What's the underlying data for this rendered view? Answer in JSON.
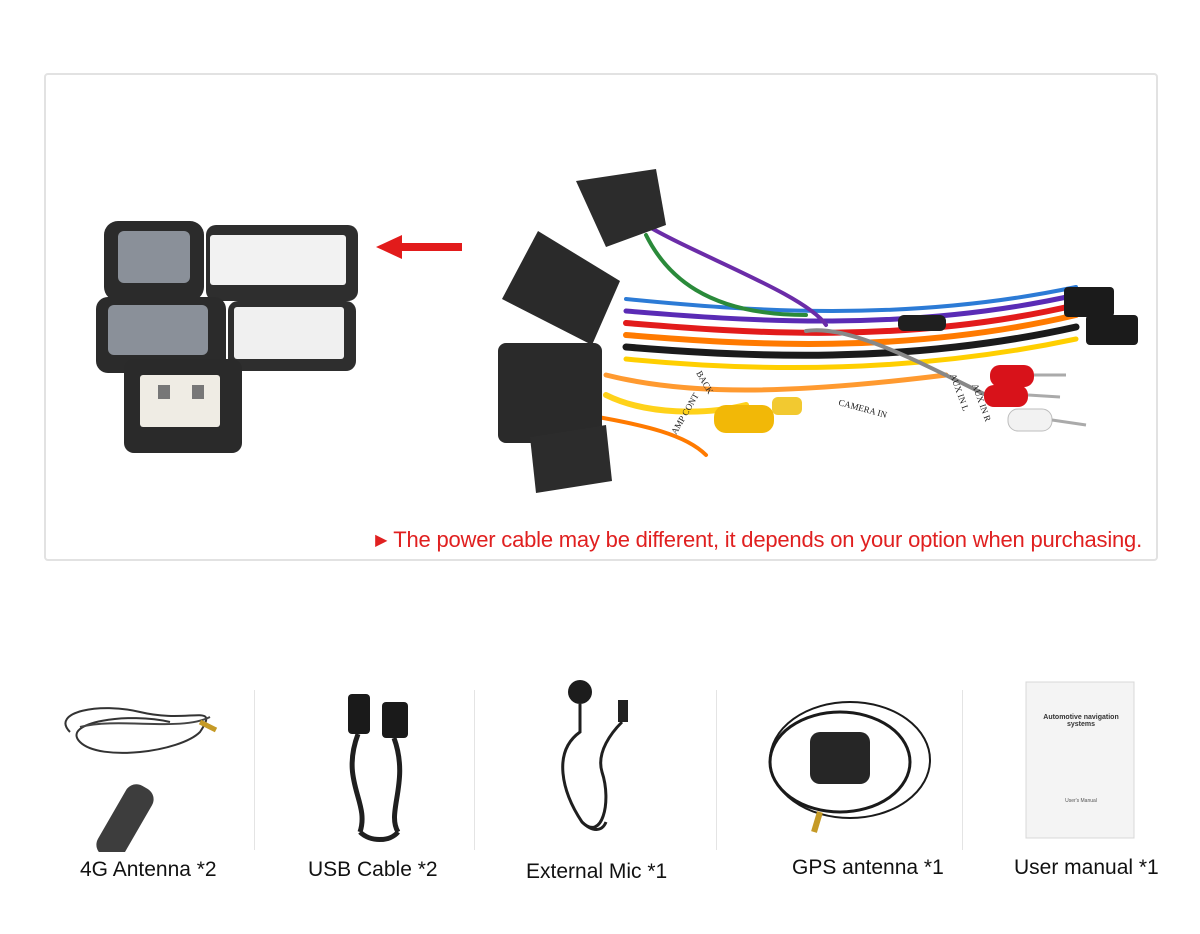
{
  "harness": {
    "note": "The power cable may be different, it depends on your option when purchasing.",
    "note_marker": "▶",
    "wire_tags": [
      "BACK",
      "AMP CONT",
      "CAMERA IN",
      "AUX IN L",
      "AUX IN R"
    ]
  },
  "accessories": [
    {
      "label": "4G Antenna *2",
      "icon": "antenna-4g-icon"
    },
    {
      "label": "USB Cable *2",
      "icon": "usb-cable-icon"
    },
    {
      "label": "External Mic *1",
      "icon": "microphone-icon"
    },
    {
      "label": "GPS antenna *1",
      "icon": "gps-antenna-icon"
    },
    {
      "label": "User manual *1",
      "icon": "manual-icon"
    }
  ],
  "manual": {
    "title": "Automotive navigation systems",
    "footer": "User's Manual"
  },
  "colors": {
    "note": "#e02020",
    "arrow": "#e21b1b",
    "foam": "#2a2a2a"
  }
}
